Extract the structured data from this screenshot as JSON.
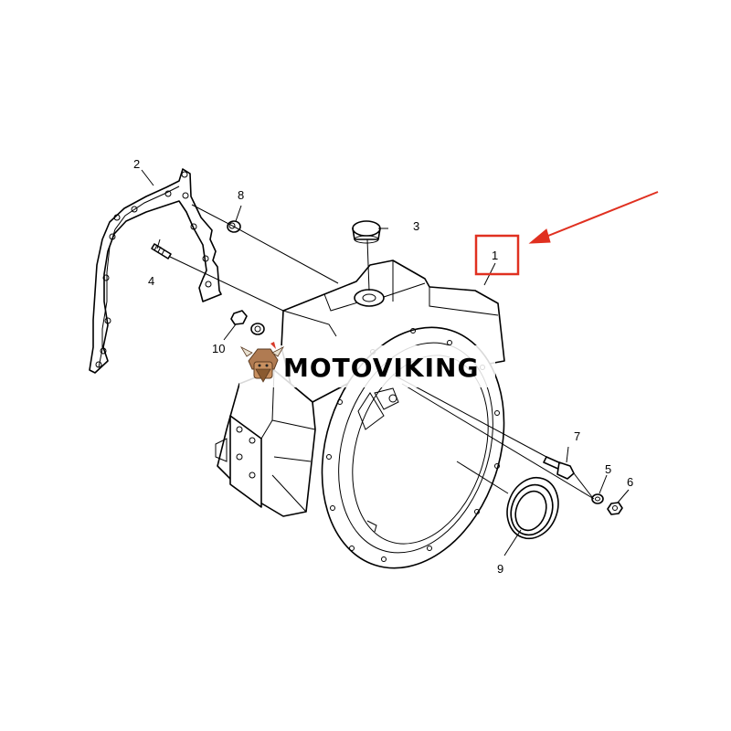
{
  "diagram": {
    "callouts": {
      "c1": "1",
      "c2": "2",
      "c3": "3",
      "c4": "4",
      "c5": "5",
      "c6": "6",
      "c7": "7",
      "c8": "8",
      "c9": "9",
      "c10": "10"
    },
    "highlight": {
      "color": "#e03020",
      "callout": "1"
    },
    "watermark": {
      "text": "MOTOVIKING",
      "logo": "viking-mascot-logo"
    }
  }
}
